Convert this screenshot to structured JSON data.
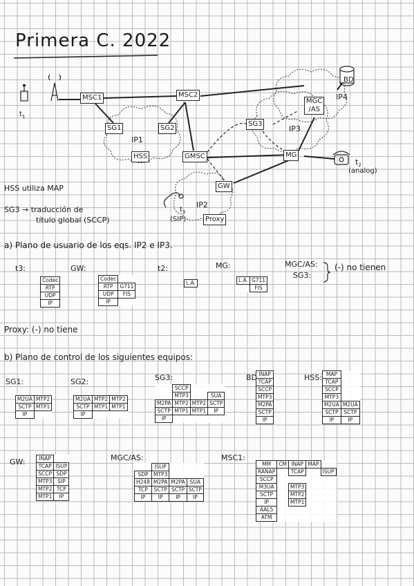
{
  "title": "Primera C. 2022",
  "diagram": {
    "terminal_t1": "t",
    "terminal_t1_sub": "1",
    "terminal_t2": "t",
    "terminal_t2_sub": "2",
    "terminal_t2_note": "(analog)",
    "terminal_t3": "t",
    "terminal_t3_sub": "3",
    "terminal_t3_note": "(SIP)",
    "nodes": {
      "msc1": "MSC1",
      "msc2": "MSC2",
      "sg1": "SG1",
      "sg2": "SG2",
      "sg3": "SG3",
      "hss": "HSS",
      "gmsc": "GMSC",
      "mgc": "MGC\n/AS",
      "mg": "MG",
      "gw": "GW",
      "proxy": "Proxy",
      "bd": "BD"
    },
    "clouds": {
      "ip1": "IP1",
      "ip2": "IP2",
      "ip3": "IP3",
      "ip4": "IP4"
    }
  },
  "notes": {
    "hss": "HSS utiliza MAP",
    "sg3_line1": "SG3 → traducción de",
    "sg3_line2": "título global (SCCP)"
  },
  "section_a": {
    "heading": "a) Plano de usuario de los eqs. IP2 e IP3.",
    "t3_label": "t3:",
    "gw_label": "GW:",
    "t2_label": "t2:",
    "mg_label": "MG:",
    "mgc_label": "MGC/AS:",
    "sg3_label": "SG3:",
    "no_tienen": "(-) no tienen",
    "proxy_label": "Proxy: (-) no tiene",
    "stack_t3": [
      [
        "Codec"
      ],
      [
        "RTP"
      ],
      [
        "UDP"
      ],
      [
        "IP"
      ]
    ],
    "stack_gw": [
      [
        "Codec",
        ""
      ],
      [
        "RTP",
        "G711"
      ],
      [
        "UDP",
        "FIS"
      ],
      [
        "IP",
        ""
      ]
    ],
    "stack_t2": [
      [
        "L.A."
      ]
    ],
    "stack_mg": [
      [
        "L.A.",
        "G711"
      ],
      [
        "",
        "FIS"
      ]
    ]
  },
  "section_b": {
    "heading": "b) Plano de control de los siguientes equipos:",
    "sg1_label": "SG1:",
    "sg2_label": "SG2:",
    "sg3_label": "SG3:",
    "bd_label": "BD:",
    "hss_label": "HSS:",
    "gw_label": "GW:",
    "mgc_label": "MGC/AS:",
    "msc1_label": "MSC1:",
    "stack_sg1": [
      [
        "M2UA",
        "MTP2"
      ],
      [
        "SCTP",
        "MTP1"
      ],
      [
        "IP",
        ""
      ]
    ],
    "stack_sg2": [
      [
        "M2UA",
        "MTP2",
        "MTP2"
      ],
      [
        "SCTP",
        "MTP1",
        "MTP1"
      ],
      [
        "IP",
        "",
        ""
      ]
    ],
    "stack_sg3": [
      [
        "",
        "SCCP",
        "",
        ""
      ],
      [
        "",
        "MTP3",
        "",
        "SUA"
      ],
      [
        "M2PA",
        "MTP2",
        "MTP2",
        "SCTP"
      ],
      [
        "SCTP",
        "MTP1",
        "MTP1",
        "IP"
      ],
      [
        "IP",
        "",
        "",
        ""
      ]
    ],
    "stack_bd": [
      [
        "INAP"
      ],
      [
        "TCAP"
      ],
      [
        "SCCP"
      ],
      [
        "MTP3"
      ],
      [
        "M2PA"
      ],
      [
        "SCTP"
      ],
      [
        "IP"
      ]
    ],
    "stack_hss": [
      [
        "MAP",
        ""
      ],
      [
        "TCAP",
        ""
      ],
      [
        "SCCP",
        ""
      ],
      [
        "MTP3",
        ""
      ],
      [
        "M2UA",
        "M2UA"
      ],
      [
        "SCTP",
        "SCTP"
      ],
      [
        "IP",
        "IP"
      ]
    ],
    "stack_gw": [
      [
        "INAP",
        ""
      ],
      [
        "TCAP",
        "ISUP"
      ],
      [
        "SCCP",
        "SDP"
      ],
      [
        "MTP3",
        "SIP"
      ],
      [
        "MTP2",
        "TCP"
      ],
      [
        "MTP1",
        "IP"
      ]
    ],
    "stack_mgc": [
      [
        "",
        "ISUP",
        "",
        ""
      ],
      [
        "SDP",
        "MTP3",
        "",
        ""
      ],
      [
        "H248",
        "M2PA",
        "M2PA",
        "SUA"
      ],
      [
        "TCP",
        "SCTP",
        "SCTP",
        "SCTP"
      ],
      [
        "IP",
        "IP",
        "IP",
        "IP"
      ]
    ],
    "stack_msc1": [
      [
        "MM",
        "CM",
        "INAP",
        "MAP",
        ""
      ],
      [
        "RANAP",
        "",
        "TCAP",
        "",
        "ISUP"
      ],
      [
        "SCCP",
        "",
        "",
        "",
        ""
      ],
      [
        "M3UA",
        "",
        "MTP3",
        "",
        ""
      ],
      [
        "SCTP",
        "",
        "MTP2",
        "",
        ""
      ],
      [
        "IP",
        "",
        "MTP1",
        "",
        ""
      ],
      [
        "AAL5",
        "",
        "",
        "",
        ""
      ],
      [
        "ATM",
        "",
        "",
        "",
        ""
      ]
    ]
  }
}
